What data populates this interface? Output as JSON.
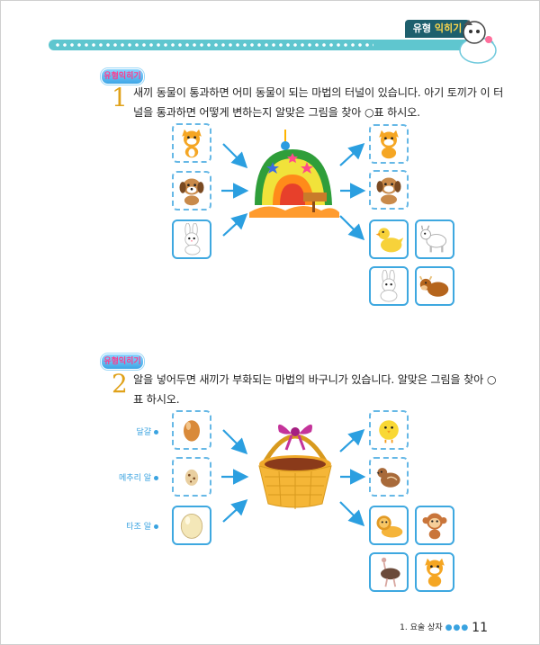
{
  "header": {
    "tab_label_a": "유형",
    "tab_label_b": "익히기"
  },
  "section1": {
    "badge": "유형익히기",
    "number": "1",
    "line1": "새끼 동물이 통과하면 어미 동물이 되는 마법의 터널이 있습니다. 아기 토끼가 이 터",
    "line2": "널을 통과하면 어떻게 변하는지 알맞은 그림을 찾아 ○표 하시오."
  },
  "section2": {
    "badge": "유형익히기",
    "number": "2",
    "line1": "알을 넣어두면 새끼가 부화되는 마법의 바구니가 있습니다. 알맞은 그림을 찾아 ○",
    "line2": "표 하시오.",
    "labels": [
      "달걀",
      "메추리 알",
      "타조 알"
    ]
  },
  "footer": {
    "chapter": "1. 요술 상자",
    "dots": "●●●",
    "page": "11"
  },
  "colors": {
    "accent": "#3ea8e0",
    "ribbon": "#5fc6cf",
    "number": "#e0a21a"
  }
}
